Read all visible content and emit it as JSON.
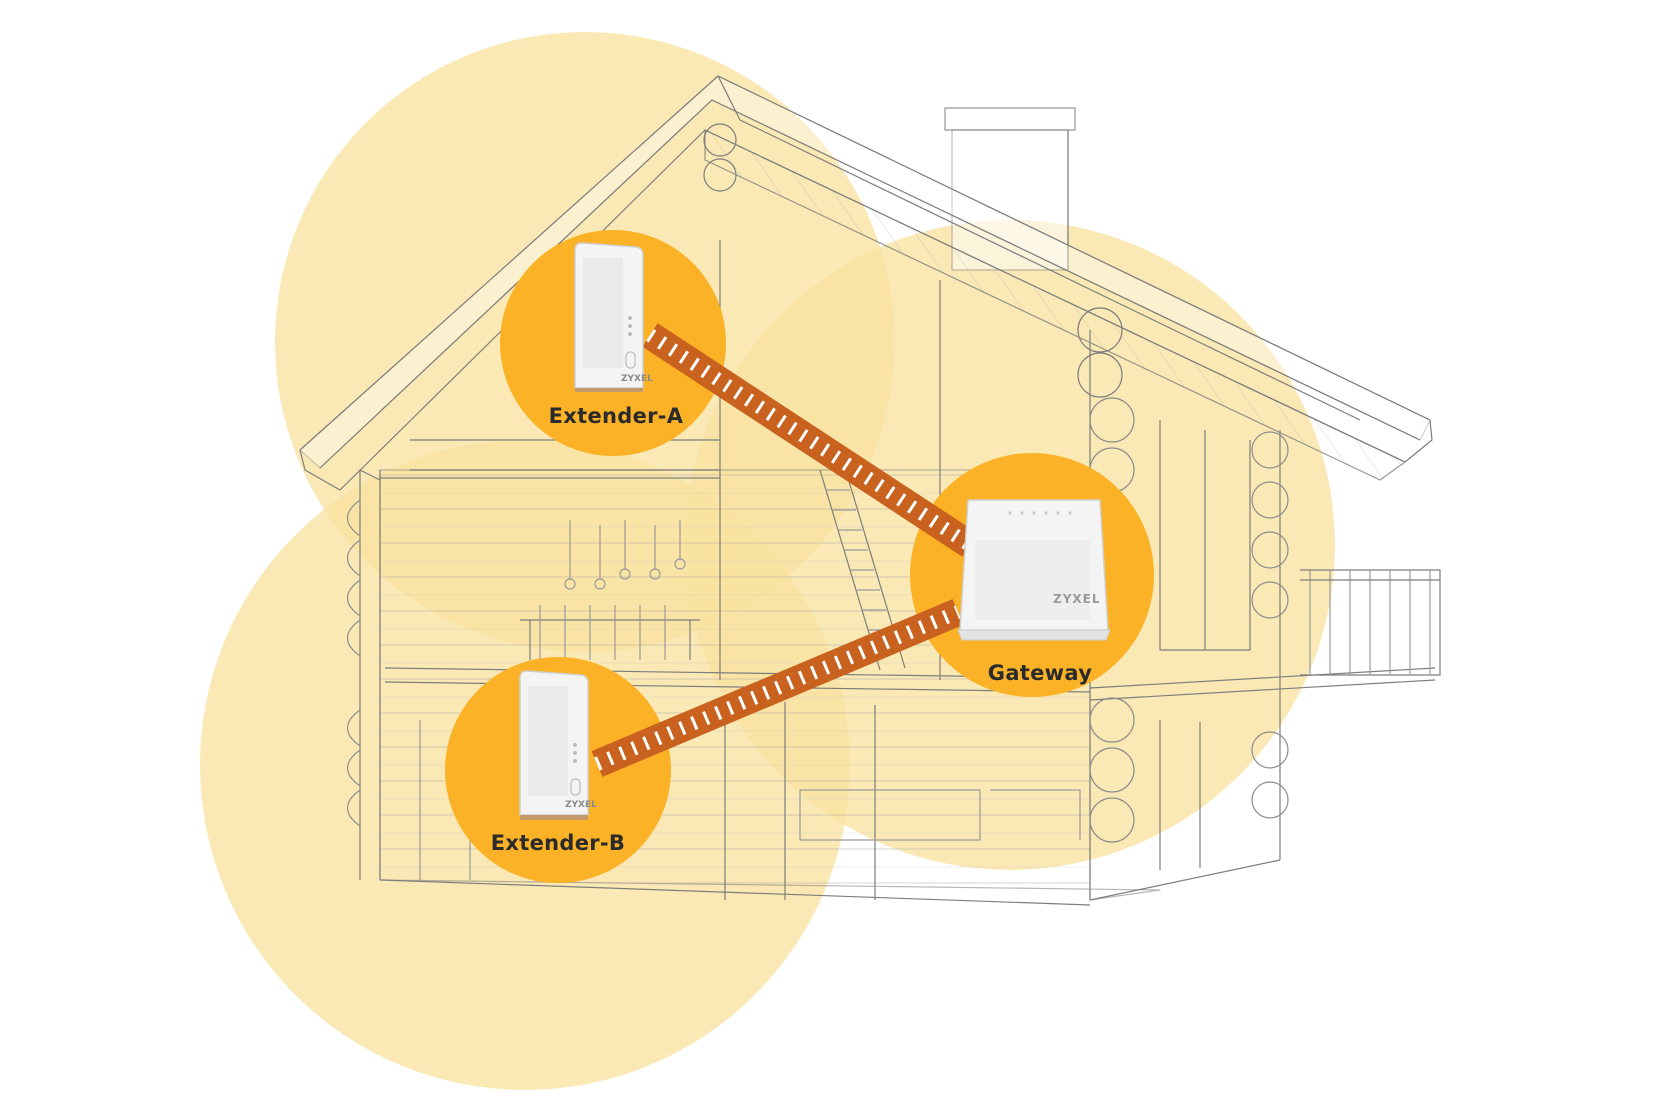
{
  "colors": {
    "coverage": "#f8e3a0",
    "node": "#fbb226",
    "link": "#c8621e",
    "link_stripe": "#ffffff",
    "sketch": "#8a8a8a",
    "device": "#f4f4f4"
  },
  "nodes": {
    "extender_a": {
      "label": "Extender-A",
      "brand": "ZYXEL"
    },
    "extender_b": {
      "label": "Extender-B",
      "brand": "ZYXEL"
    },
    "gateway": {
      "label": "Gateway",
      "brand": "ZYXEL"
    }
  },
  "links": [
    {
      "from": "Extender-A",
      "to": "Gateway"
    },
    {
      "from": "Extender-B",
      "to": "Gateway"
    }
  ]
}
